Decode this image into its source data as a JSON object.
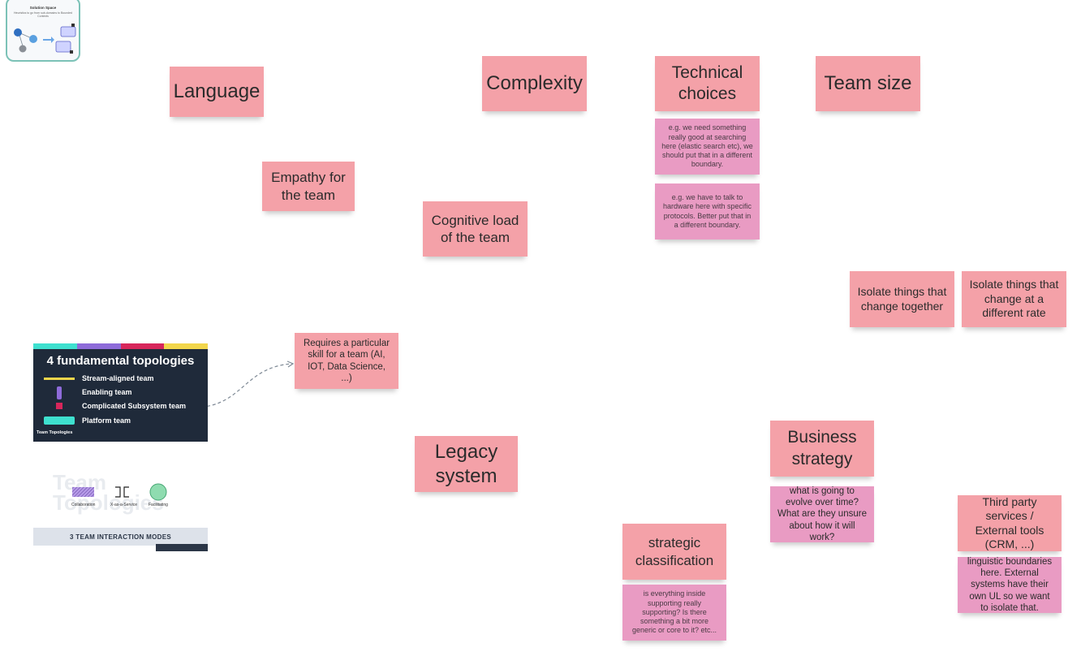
{
  "thumbnail": {
    "title": "Solution Space",
    "subtitle": "Heuristics to go from sub-domains to Bounded Contexts"
  },
  "notes": {
    "language": "Language",
    "complexity": "Complexity",
    "technical_choices": "Technical choices",
    "team_size": "Team size",
    "tech_example_1": "e.g. we need something really good at searching here (elastic search etc), we should put that in a different boundary.",
    "tech_example_2": "e.g. we have to talk to hardware here with specific protocols. Better put that in a different boundary.",
    "empathy": "Empathy for the team",
    "cognitive_load": "Cognitive load of the team",
    "isolate_together": "Isolate things that change together",
    "isolate_rate": "Isolate things that change at a different rate",
    "skill": "Requires a particular skill for a team (AI, IOT, Data Science, ...)",
    "legacy": "Legacy system",
    "business_strategy": "Business strategy",
    "business_question": "what is going to evolve over time? What are they unsure about how it will work?",
    "third_party": "Third party services / External tools (CRM, ...)",
    "linguistic": "linguistic boundaries here. External systems have their own UL so we want to isolate that.",
    "strategic_classification": "strategic classification",
    "strategic_question": "is everything inside supporting really supporting? Is there something a bit more generic or core to it? etc..."
  },
  "topologies": {
    "title": "4 fundamental topologies",
    "stream_aligned": "Stream-aligned team",
    "enabling": "Enabling team",
    "complicated_subsystem": "Complicated Subsystem team",
    "platform": "Platform team",
    "brand": "Team Topologies",
    "bar_colors": [
      "#3ee0cf",
      "#8e6bd9",
      "#d7265b",
      "#f2d64b"
    ]
  },
  "interaction_modes": {
    "watermark": "Team Topologies",
    "collaboration": "Collaboration",
    "x_as_a_service": "X-as-a-Service",
    "facilitating": "Facilitating",
    "banner": "3 TEAM INTERACTION MODES"
  },
  "colors": {
    "sticky_pink": "#f4a1a8",
    "sticky_magenta": "#e99bc3",
    "connector": "#7f8a96",
    "connector_dot": "#e04b3b"
  }
}
